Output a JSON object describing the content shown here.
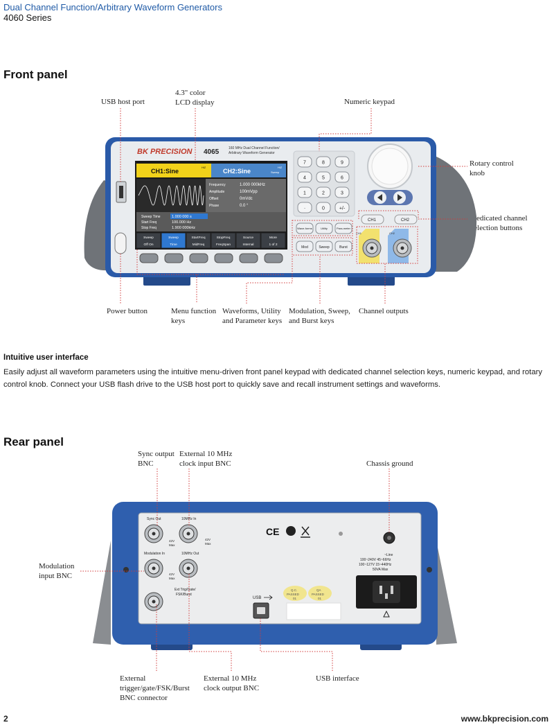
{
  "header": {
    "title": "Dual Channel Function/Arbitrary Waveform Generators",
    "series": "4060 Series"
  },
  "front": {
    "heading": "Front panel",
    "callouts": {
      "usb_host": "USB host port",
      "lcd_1": "4.3\" color",
      "lcd_2": "LCD display",
      "keypad": "Numeric keypad",
      "knob_1": "Rotary control",
      "knob_2": "knob",
      "chsel_1": "Dedicated channel",
      "chsel_2": "selection buttons",
      "power": "Power button",
      "menu_1": "Menu function",
      "menu_2": "keys",
      "wave_1": "Waveforms, Utility",
      "wave_2": "and Parameter keys",
      "mod_1": "Modulation, Sweep,",
      "mod_2": "and Burst keys",
      "outputs": "Channel outputs"
    },
    "device": {
      "brand": "BK PRECISION",
      "model": "4065",
      "desc_1": "160 MHz Dual Channel Function/",
      "desc_2": "Arbitrary Waveform Generator",
      "ch1_tab": "CH1:Sine",
      "ch2_tab": "CH2:Sine",
      "ch1_hiz": "HiZ",
      "ch2_hiz": "HiZ",
      "ch2_mode": "Sweep",
      "params": [
        {
          "label": "Frequency",
          "value": "1.000 000kHz"
        },
        {
          "label": "Amplitude",
          "value": "100mVpp"
        },
        {
          "label": "Offset",
          "value": "0mVdc"
        },
        {
          "label": "Phase",
          "value": "0.0 °"
        }
      ],
      "sweep": [
        {
          "label": "Sweep Time",
          "value": "1.000 000 s"
        },
        {
          "label": "Start Freq",
          "value": "100.000 Hz"
        },
        {
          "label": "Stop Freq",
          "value": "1.900 000kHz"
        }
      ],
      "menu": [
        {
          "top": "Sweep",
          "bottom": "Off  On"
        },
        {
          "top": "Sweep",
          "bottom": "Time"
        },
        {
          "top": "StartFreq",
          "bottom": "MidFreq"
        },
        {
          "top": "StopFreq",
          "bottom": "FreqSpan"
        },
        {
          "top": "Source",
          "bottom": "Internal"
        },
        {
          "top": "More",
          "bottom": "1 of 2"
        }
      ],
      "keys": [
        "7",
        "8",
        "9",
        "4",
        "5",
        "6",
        "1",
        "2",
        "3",
        "·",
        "0",
        "+/-"
      ],
      "ch1_btn": "CH1",
      "ch2_btn": "CH2",
      "fn_keys": [
        "Wave-forms",
        "Utility",
        "Para-meter"
      ],
      "mod_keys": [
        "Mod",
        "Sweep",
        "Burst"
      ],
      "out_labels": [
        "CH1",
        "CH2"
      ]
    }
  },
  "intro": {
    "heading": "Intuitive user interface",
    "text": "Easily adjust all waveform parameters using the intuitive menu-driven front panel keypad with dedicated channel selection keys, numeric keypad, and rotary control knob.  Connect your USB flash drive to the USB host port to quickly save and recall instrument settings and waveforms."
  },
  "rear": {
    "heading": "Rear panel",
    "callouts": {
      "sync_1": "Sync output",
      "sync_2": "BNC",
      "clkin_1": "External 10 MHz",
      "clkin_2": "clock input BNC",
      "ground": "Chassis ground",
      "modin_1": "Modulation",
      "modin_2": "input BNC",
      "trig_1": "External",
      "trig_2": "trigger/gate/FSK/Burst",
      "trig_3": "BNC connector",
      "clkout_1": "External 10 MHz",
      "clkout_2": "clock output BNC",
      "usb": "USB interface"
    },
    "device": {
      "sync_out": "Sync Out",
      "clk_in": "10MHz In",
      "mod_in": "Modulation In",
      "clk_out": "10MHz Out",
      "ext_trig": "Ext Trig/Gate/",
      "ext_trig_2": "FSK/Burst",
      "max_a": "42V",
      "max_b": "Max",
      "usb": "USB",
      "line_1": "~Line",
      "line_2": "100~240V 45~66Hz",
      "line_3": "100~127V 15~440Hz",
      "line_4": "50VA Max",
      "qc_1": "Q.C.",
      "qc_2": "PASSED",
      "qc_3": "01",
      "qa_1": "QA",
      "qa_2": "PASSED",
      "qa_3": "01",
      "ce": "CE"
    }
  },
  "footer": {
    "page": "2",
    "url": "www.bkprecision.com"
  }
}
